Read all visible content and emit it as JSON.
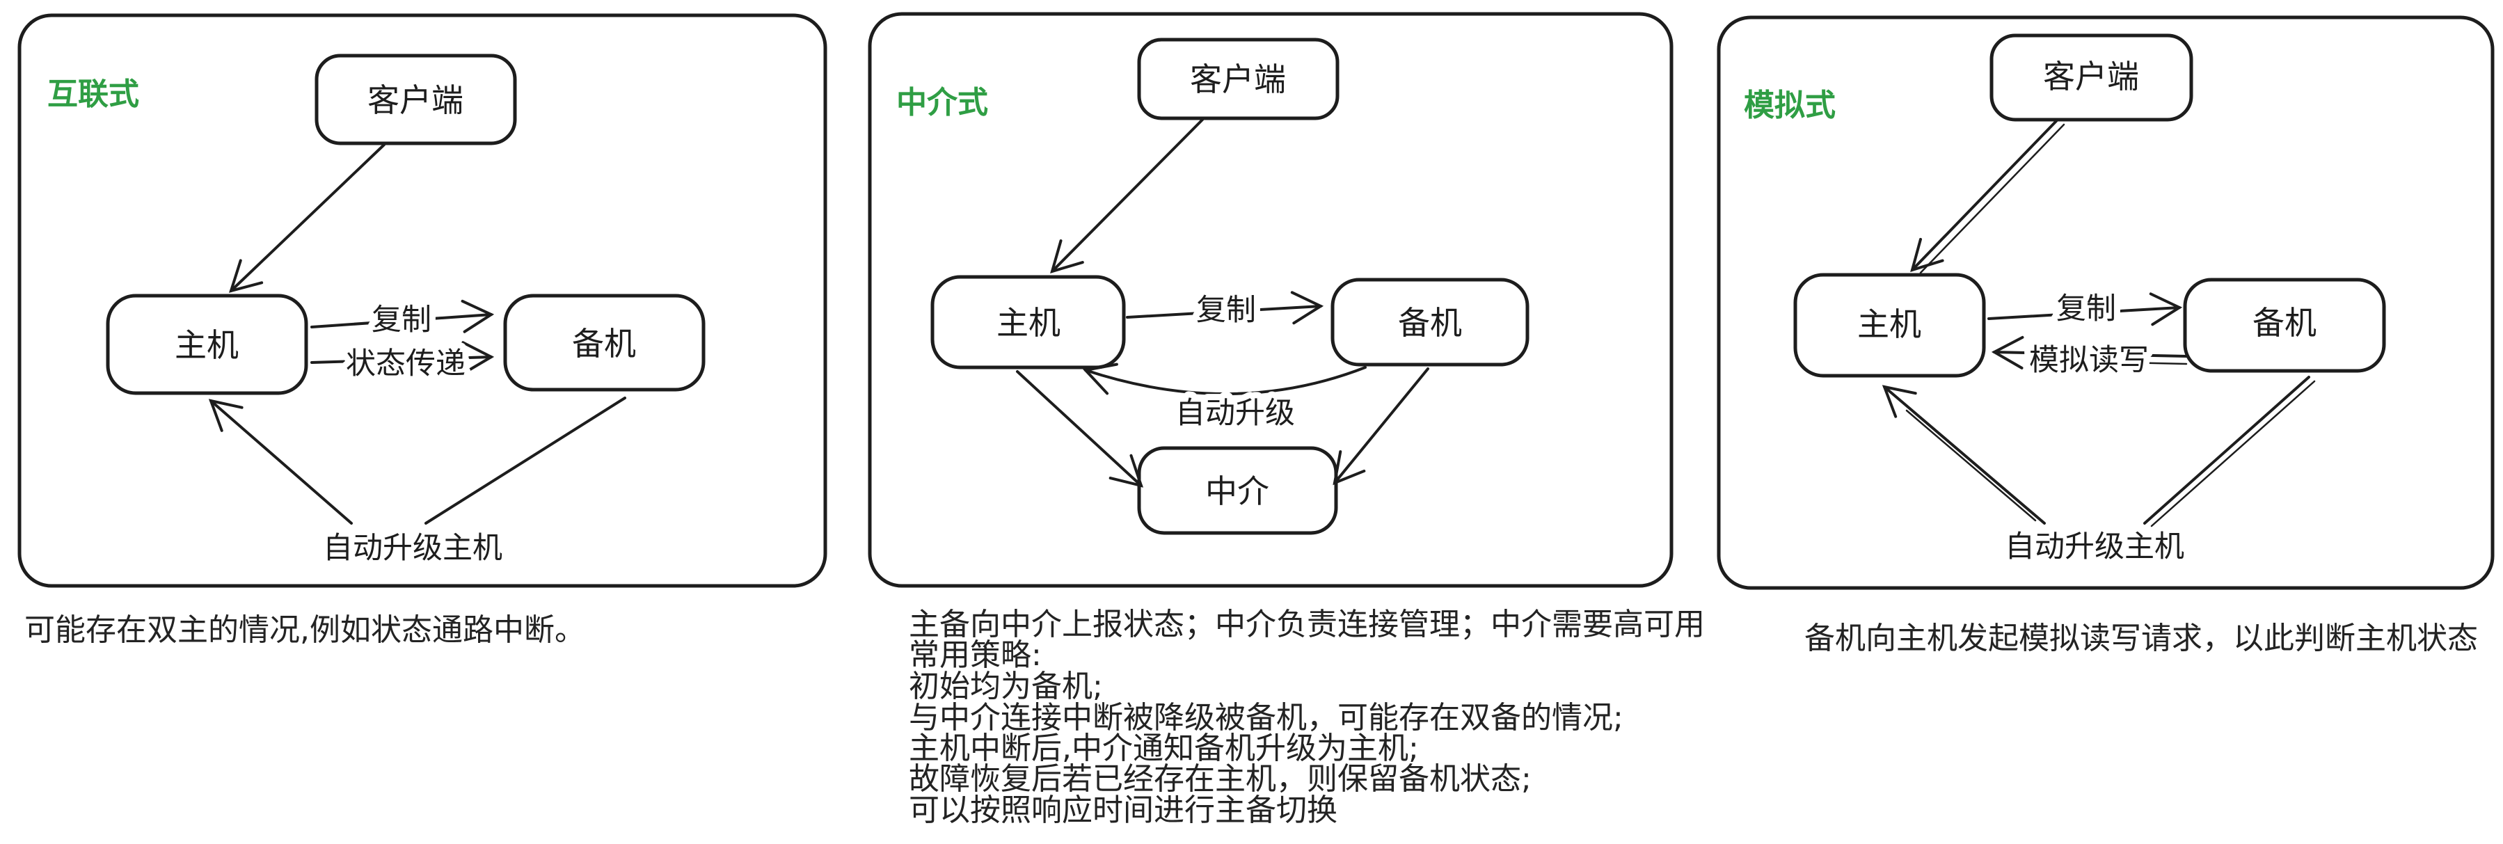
{
  "colors": {
    "ink": "#1d1d1d",
    "accent_green": "#2f9e44",
    "background": "#ffffff",
    "caption_text": "#232323"
  },
  "panels": [
    {
      "title": "互联式",
      "nodes": {
        "client": "客户端",
        "primary": "主机",
        "backup": "备机"
      },
      "edges": {
        "replicate": "复制",
        "state_transfer": "状态传递",
        "auto_upgrade": "自动升级主机"
      },
      "caption": [
        "可能存在双主的情况,例如状态通路中断。"
      ]
    },
    {
      "title": "中介式",
      "nodes": {
        "client": "客户端",
        "primary": "主机",
        "backup": "备机",
        "mediator": "中介"
      },
      "edges": {
        "replicate": "复制",
        "auto_upgrade": "自动升级"
      },
      "caption": [
        "主备向中介上报状态；中介负责连接管理；中介需要高可用",
        "常用策略:",
        "初始均为备机;",
        "与中介连接中断被降级被备机，可能存在双备的情况;",
        "主机中断后,中介通知备机升级为主机;",
        "故障恢复后若已经存在主机，则保留备机状态;",
        "可以按照响应时间进行主备切换"
      ]
    },
    {
      "title": "模拟式",
      "nodes": {
        "client": "客户端",
        "primary": "主机",
        "backup": "备机"
      },
      "edges": {
        "replicate": "复制",
        "simulated_rw": "模拟读写",
        "auto_upgrade": "自动升级主机"
      },
      "caption": [
        "备机向主机发起模拟读写请求，以此判断主机状态"
      ]
    }
  ]
}
